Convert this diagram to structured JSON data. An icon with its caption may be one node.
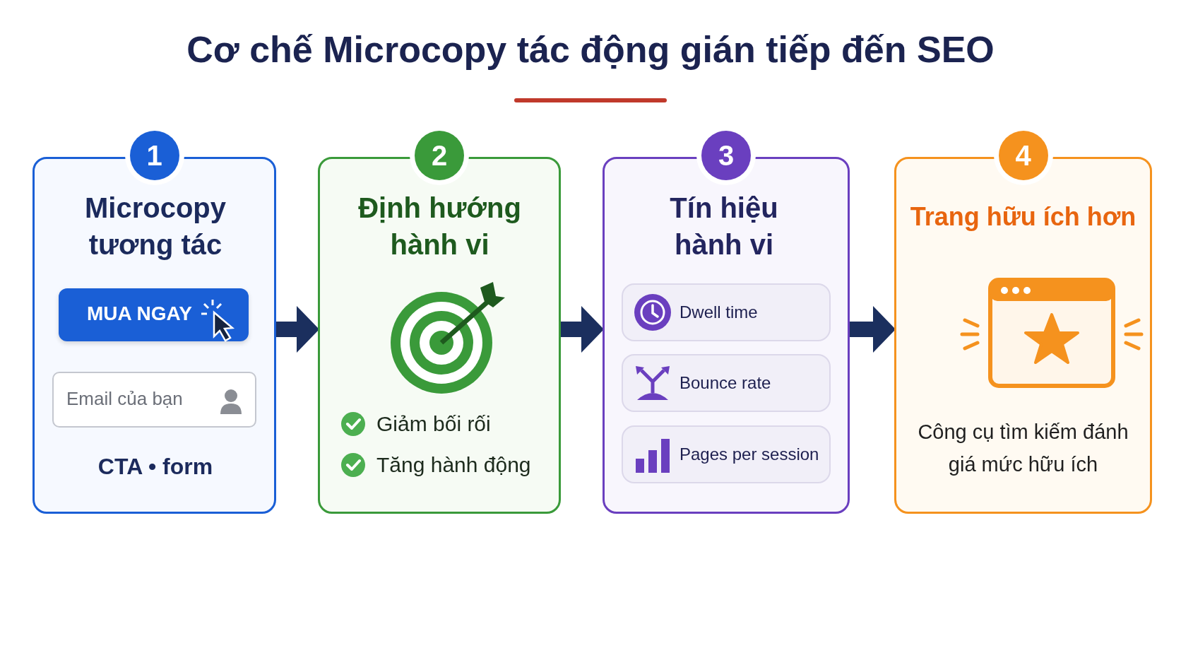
{
  "diagram": {
    "title": "Cơ chế Microcopy tác động gián tiếp đến SEO",
    "nodes": [
      {
        "text": [
          "1",
          "Microcopy tương tác",
          "CTA • form"
        ]
      },
      {
        "text": [
          "MUA NGAY"
        ],
        "in": 0
      },
      {
        "text": [
          "Email của bạn"
        ],
        "in": 0
      },
      {
        "text": [
          "2",
          "Định hướng hành vi",
          "Giảm bối rối",
          "Tăng hành động"
        ]
      },
      {
        "text": [
          "3",
          "Tín hiệu hành vi"
        ]
      },
      {
        "text": [
          "Dwell time"
        ],
        "in": 4
      },
      {
        "text": [
          "Bounce rate"
        ],
        "in": 4
      },
      {
        "text": [
          "Pages per session"
        ],
        "in": 4
      },
      {
        "text": [
          "4",
          "Trang hữu ích hơn",
          "Công cụ tìm kiếm đánh giá mức hữu ích"
        ]
      }
    ],
    "edges": [
      {
        "from": 0,
        "to": 3,
        "arrow": "to"
      },
      {
        "from": 3,
        "to": 4,
        "arrow": "to"
      },
      {
        "from": 4,
        "to": 8,
        "arrow": "to"
      }
    ]
  }
}
